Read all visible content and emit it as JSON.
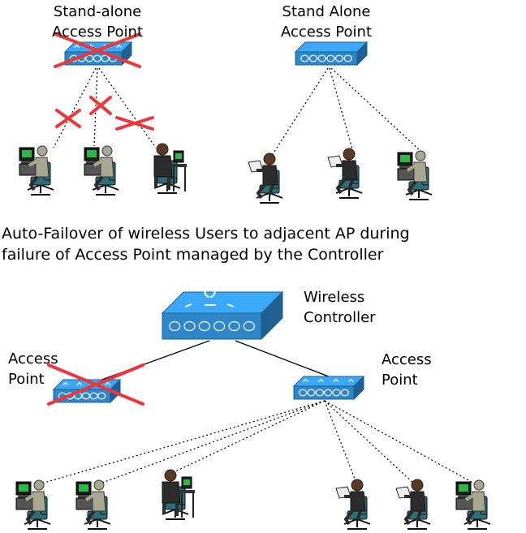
{
  "top": {
    "left_ap_label_1": "Stand-alone",
    "left_ap_label_2": "Access Point",
    "right_ap_label_1": "Stand Alone",
    "right_ap_label_2": "Access Point"
  },
  "caption": {
    "line1": "Auto-Failover of wireless Users to adjacent AP during",
    "line2": "failure of Access Point managed by the Controller"
  },
  "bottom": {
    "controller_label_1": "Wireless",
    "controller_label_2": "Controller",
    "left_ap_label_1": "Access",
    "left_ap_label_2": "Point",
    "right_ap_label_1": "Access",
    "right_ap_label_2": "Point"
  },
  "colors": {
    "device_blue": "#2f86c8",
    "failure_red": "#e8383d",
    "user_body": "#a8a890",
    "user_dark": "#2c2c2c",
    "chair": "#2e6e78"
  },
  "icons": {
    "access_point": "access-point-icon",
    "controller": "wireless-controller-icon",
    "failure": "x-mark-icon",
    "user": "workstation-user-icon"
  }
}
